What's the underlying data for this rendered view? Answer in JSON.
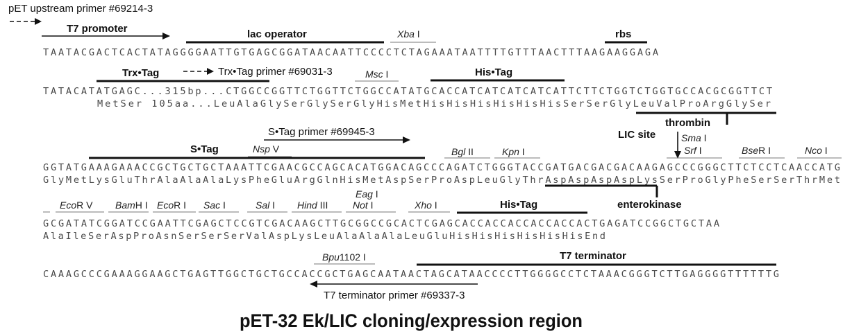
{
  "title": "pET-32 Ek/LIC cloning/expression region",
  "rows": [
    {
      "dna": "TAATACGACTCACTATAGGGGAATTGTGAGCGGATAACAATTCCCCTCTAGAAATAATTTTGTTTAACTTTAAGAAGGAGA"
    },
    {
      "dna": "TATACATATGAGC...315bp...CTGGCCGGTTCTGGTTCTGGCCATATGCACCATCATCATCATCATTCTTCTGGTCTGGTGCCACGCGGTTCT",
      "aa": "MetSer   105aa...LeuAlaGlySerGlySerGlyHisMetHisHisHisHisHisHisSerSerGlyLeuValProArgGlySer"
    },
    {
      "dna": "GGTATGAAAGAAACCGCTGCTGCTAAATTCGAACGCCAGCACATGGACAGCCCAGATCTGGGTACCGATGACGACGACAAGAGCCCGGGCTTCTCCTCAACCATG",
      "aa": "GlyMetLysGluThrAlaAlaAlaLysPheGluArgGlnHisMetAspSerProAspLeuGlyThrAspAspAspAspLysSerProGlyPheSerSerThrMet"
    },
    {
      "dna": "GCGATATCGGATCCGAATTCGAGCTCCGTCGACAAGCTTGCGGCCGCACTCGAGCACCACCACCACCACCACTGAGATCCGGCTGCTAA",
      "aa": "AlaIleSerAspProAsnSerSerSerValAspLysLeuAlaAlaAlaLeuGluHisHisHisHisHisHisEnd"
    },
    {
      "dna": "CAAAGCCCGAAAGGAAGCTGAGTTGGCTGCTGCCACCGCTGAGCAATAACTAGCATAACCCCTTGGGGCCTCTAAACGGGTCTTGAGGGGTTTTTTG"
    }
  ],
  "primers": {
    "pet_upstream": "pET upstream primer #69214-3",
    "trx_tag": "Trx•Tag primer #69031-3",
    "s_tag": "S•Tag primer #69945-3",
    "t7_terminator": "T7 terminator primer #69337-3"
  },
  "features": {
    "t7_promoter": "T7 promoter",
    "lac_operator": "lac operator",
    "rbs": "rbs",
    "trx_tag": "Trx•Tag",
    "his_tag_1": "His•Tag",
    "thrombin": "thrombin",
    "lic_site": "LIC site",
    "s_tag": "S•Tag",
    "enterokinase": "enterokinase",
    "his_tag_2": "His•Tag",
    "t7_terminator": "T7 terminator"
  },
  "sites": {
    "xba": {
      "name": "Xba",
      "suffix": " I"
    },
    "msc": {
      "name": "Msc",
      "suffix": " I"
    },
    "nsp": {
      "name": "Nsp",
      "suffix": " V"
    },
    "bgl": {
      "name": "Bgl",
      "suffix": " II"
    },
    "kpn": {
      "name": "Kpn",
      "suffix": " I"
    },
    "sma": {
      "name": "Sma",
      "suffix": " I"
    },
    "srf": {
      "name": "Srf",
      "suffix": " I"
    },
    "bser": {
      "name": "Bse",
      "suffix": "R I"
    },
    "nco": {
      "name": "Nco",
      "suffix": " I"
    },
    "ecorv": {
      "name": "Eco",
      "suffix": "R V"
    },
    "bamh": {
      "name": "Bam",
      "suffix": "H I"
    },
    "ecori": {
      "name": "Eco",
      "suffix": "R I"
    },
    "sac": {
      "name": "Sac",
      "suffix": " I"
    },
    "sal": {
      "name": "Sal",
      "suffix": " I"
    },
    "hind": {
      "name": "Hind",
      "suffix": " III"
    },
    "eag": {
      "name": "Eag",
      "suffix": " I"
    },
    "not": {
      "name": "Not",
      "suffix": " I"
    },
    "xho": {
      "name": "Xho",
      "suffix": " I"
    },
    "bpu": {
      "name": "Bpu",
      "suffix": "1102 I"
    }
  }
}
